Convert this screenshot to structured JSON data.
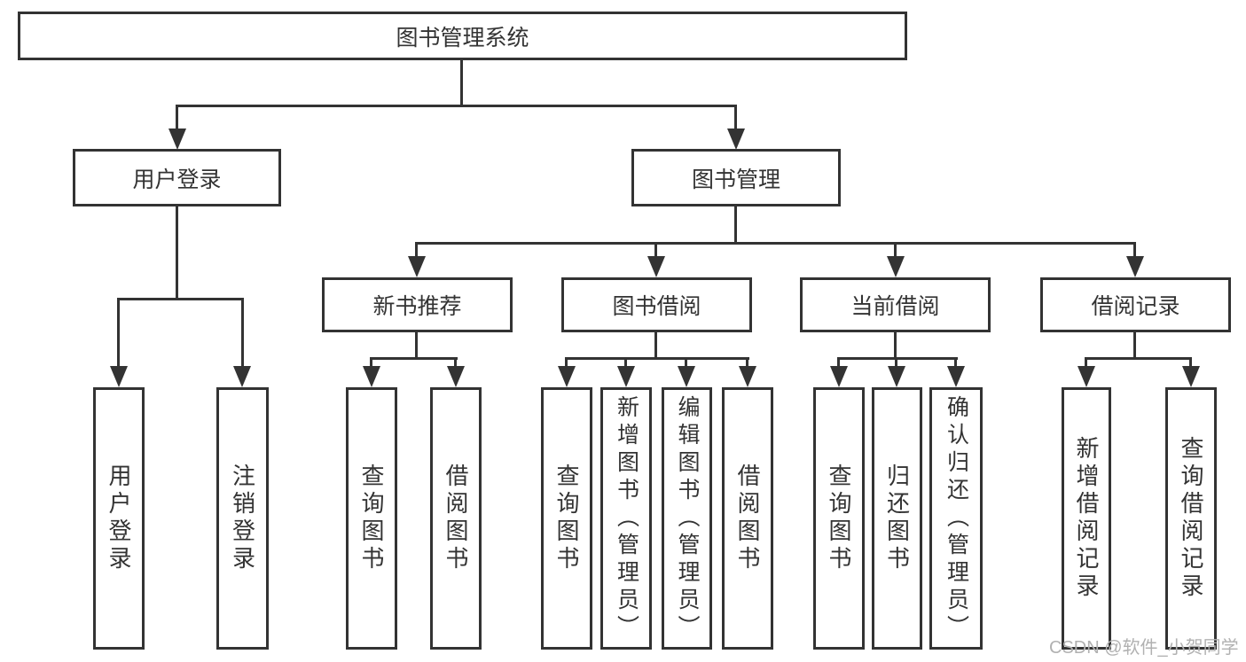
{
  "tree": {
    "root": {
      "label": "图书管理系统"
    },
    "branches": [
      {
        "label": "用户登录",
        "children": [
          {
            "label": "用户登录"
          },
          {
            "label": "注销登录"
          }
        ]
      },
      {
        "label": "图书管理",
        "children": [
          {
            "label": "新书推荐",
            "children": [
              {
                "label": "查询图书"
              },
              {
                "label": "借阅图书"
              }
            ]
          },
          {
            "label": "图书借阅",
            "children": [
              {
                "label": "查询图书"
              },
              {
                "label": "新增图书（管理员）"
              },
              {
                "label": "编辑图书（管理员）"
              },
              {
                "label": "借阅图书"
              }
            ]
          },
          {
            "label": "当前借阅",
            "children": [
              {
                "label": "查询图书"
              },
              {
                "label": "归还图书"
              },
              {
                "label": "确认归还（管理员）"
              }
            ]
          },
          {
            "label": "借阅记录",
            "children": [
              {
                "label": "新增借阅记录"
              },
              {
                "label": "查询借阅记录"
              }
            ]
          }
        ]
      }
    ]
  },
  "watermark": "CSDN @软件_小贺同学",
  "colors": {
    "line": "#333333",
    "text": "#333333",
    "watermark": "#b1b1b1",
    "background": "#ffffff"
  }
}
